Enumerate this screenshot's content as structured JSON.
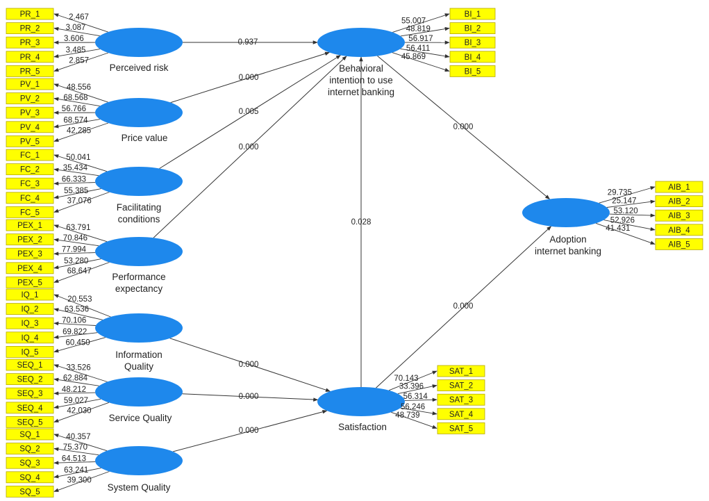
{
  "colors": {
    "construct": "#1e88ec",
    "indicator_fill": "#ffff00",
    "indicator_border": "#b5a800",
    "line": "#333333"
  },
  "constructs": [
    {
      "id": "PR",
      "label": [
        "Perceived risk"
      ]
    },
    {
      "id": "PV",
      "label": [
        "Price value"
      ]
    },
    {
      "id": "FC",
      "label": [
        "Facilitating",
        "conditions"
      ]
    },
    {
      "id": "PEX",
      "label": [
        "Performance",
        "expectancy"
      ]
    },
    {
      "id": "IQ",
      "label": [
        "Information",
        "Quality"
      ]
    },
    {
      "id": "SEQ",
      "label": [
        "Service Quality"
      ]
    },
    {
      "id": "SQ",
      "label": [
        "System Quality"
      ]
    },
    {
      "id": "BI",
      "label": [
        "Behavioral",
        "intention to use",
        "internet banking"
      ]
    },
    {
      "id": "SAT",
      "label": [
        "Satisfaction"
      ]
    },
    {
      "id": "AIB",
      "label": [
        "Adoption",
        "internet banking"
      ]
    }
  ],
  "indicators": {
    "PR": [
      {
        "name": "PR_1",
        "value": "2.467"
      },
      {
        "name": "PR_2",
        "value": "3.087"
      },
      {
        "name": "PR_3",
        "value": "3.606"
      },
      {
        "name": "PR_4",
        "value": "3.485"
      },
      {
        "name": "PR_5",
        "value": "2.857"
      }
    ],
    "PV": [
      {
        "name": "PV_1",
        "value": "48.556"
      },
      {
        "name": "PV_2",
        "value": "68.568"
      },
      {
        "name": "PV_3",
        "value": "56.766"
      },
      {
        "name": "PV_4",
        "value": "68.574"
      },
      {
        "name": "PV_5",
        "value": "42.285"
      }
    ],
    "FC": [
      {
        "name": "FC_1",
        "value": "50.041"
      },
      {
        "name": "FC_2",
        "value": "35.434"
      },
      {
        "name": "FC_3",
        "value": "66.333"
      },
      {
        "name": "FC_4",
        "value": "55.385"
      },
      {
        "name": "FC_5",
        "value": "37.076"
      }
    ],
    "PEX": [
      {
        "name": "PEX_1",
        "value": "63.791"
      },
      {
        "name": "PEX_2",
        "value": "70.846"
      },
      {
        "name": "PEX_3",
        "value": "77.994"
      },
      {
        "name": "PEX_4",
        "value": "53.280"
      },
      {
        "name": "PEX_5",
        "value": "68.647"
      }
    ],
    "IQ": [
      {
        "name": "IQ_1",
        "value": "20.553"
      },
      {
        "name": "IQ_2",
        "value": "63.536"
      },
      {
        "name": "IQ_3",
        "value": "70.106"
      },
      {
        "name": "IQ_4",
        "value": "69.822"
      },
      {
        "name": "IQ_5",
        "value": "60.450"
      }
    ],
    "SEQ": [
      {
        "name": "SEQ_1",
        "value": "33.526"
      },
      {
        "name": "SEQ_2",
        "value": "62.884"
      },
      {
        "name": "SEQ_3",
        "value": "48.212"
      },
      {
        "name": "SEQ_4",
        "value": "59.027"
      },
      {
        "name": "SEQ_5",
        "value": "42.030"
      }
    ],
    "SQ": [
      {
        "name": "SQ_1",
        "value": "40.357"
      },
      {
        "name": "SQ_2",
        "value": "75.370"
      },
      {
        "name": "SQ_3",
        "value": "64.513"
      },
      {
        "name": "SQ_4",
        "value": "63.241"
      },
      {
        "name": "SQ_5",
        "value": "39.300"
      }
    ],
    "BI": [
      {
        "name": "BI_1",
        "value": "55.007"
      },
      {
        "name": "BI_2",
        "value": "48.819"
      },
      {
        "name": "BI_3",
        "value": "56.917"
      },
      {
        "name": "BI_4",
        "value": "56.411"
      },
      {
        "name": "BI_5",
        "value": "45.869"
      }
    ],
    "SAT": [
      {
        "name": "SAT_1",
        "value": "70.143"
      },
      {
        "name": "SAT_2",
        "value": "33.396"
      },
      {
        "name": "SAT_3",
        "value": "56.314"
      },
      {
        "name": "SAT_4",
        "value": "56.246"
      },
      {
        "name": "SAT_5",
        "value": "48.739"
      }
    ],
    "AIB": [
      {
        "name": "AIB_1",
        "value": "29.735"
      },
      {
        "name": "AIB_2",
        "value": "25.147"
      },
      {
        "name": "AIB_3",
        "value": "53.120"
      },
      {
        "name": "AIB_4",
        "value": "52.926"
      },
      {
        "name": "AIB_5",
        "value": "41.431"
      }
    ]
  },
  "paths": [
    {
      "from": "PR",
      "to": "BI",
      "value": "0.937"
    },
    {
      "from": "PV",
      "to": "BI",
      "value": "0.000"
    },
    {
      "from": "FC",
      "to": "BI",
      "value": "0.005"
    },
    {
      "from": "PEX",
      "to": "BI",
      "value": "0.000"
    },
    {
      "from": "BI",
      "to": "AIB",
      "value": "0.000"
    },
    {
      "from": "SAT",
      "to": "BI",
      "value": "0.028"
    },
    {
      "from": "SAT",
      "to": "AIB",
      "value": "0.000"
    },
    {
      "from": "IQ",
      "to": "SAT",
      "value": "0.000"
    },
    {
      "from": "SEQ",
      "to": "SAT",
      "value": "0.000"
    },
    {
      "from": "SQ",
      "to": "SAT",
      "value": "0.000"
    }
  ]
}
